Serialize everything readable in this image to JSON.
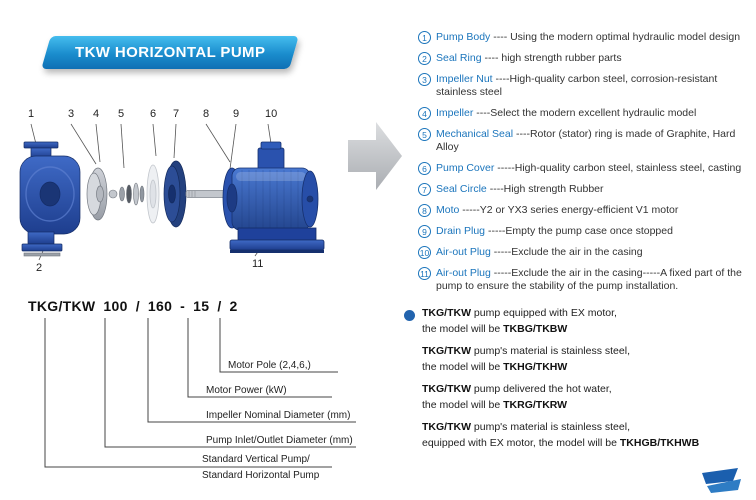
{
  "banner": {
    "title": "TKW HORIZONTAL PUMP"
  },
  "colors": {
    "accent_blue": "#1b75bc",
    "banner_blue": "#1a8ccd",
    "pump_blue": "#2a4fae",
    "arrow_gray": "#c2c5c9"
  },
  "icons": {
    "arrow": "block-arrow-right",
    "bullet": "dot-bullet",
    "logo": "brand-flag"
  },
  "diagram": {
    "callouts": [
      "1",
      "3",
      "4",
      "5",
      "6",
      "7",
      "8",
      "9",
      "10",
      "2",
      "11"
    ]
  },
  "parts_list": {
    "items": [
      {
        "num": "1",
        "name": "Pump Body",
        "desc": " ---- Using the modern optimal hydraulic model design"
      },
      {
        "num": "2",
        "name": "Seal Ring",
        "desc": " ---- high strength rubber parts"
      },
      {
        "num": "3",
        "name": "Impeller Nut",
        "desc": " ----High-quality carbon steel, corrosion-resistant stainless steel"
      },
      {
        "num": "4",
        "name": "Impeller",
        "desc": " ----Select the modern excellent hydraulic model"
      },
      {
        "num": "5",
        "name": "Mechanical Seal",
        "desc": " ----Rotor (stator) ring is made of Graphite, Hard Alloy"
      },
      {
        "num": "6",
        "name": "Pump Cover",
        "desc": " -----High-quality carbon steel, stainless steel, casting"
      },
      {
        "num": "7",
        "name": "Seal Circle",
        "desc": " ----High strength Rubber"
      },
      {
        "num": "8",
        "name": "Moto",
        "desc": " -----Y2 or YX3 series energy-efficient V1 motor"
      },
      {
        "num": "9",
        "name": "Drain Plug",
        "desc": " -----Empty the pump case once stopped"
      },
      {
        "num": "10",
        "name": "Air-out Plug",
        "desc": " -----Exclude the air in the casing"
      },
      {
        "num": "11",
        "name": "Air-out Plug",
        "desc": " -----Exclude the air in the casing-----A fixed part of the pump to ensure the stability of the pump installation."
      }
    ]
  },
  "model_code": {
    "tokens": [
      "TKG/TKW",
      "100",
      "/",
      "160",
      "-",
      "15",
      "/",
      "2"
    ],
    "labels": [
      "Motor Pole (2,4,6,)",
      "Motor Power  (kW)",
      "Impeller Nominal Diameter (mm)",
      "Pump Inlet/Outlet Diameter (mm)",
      "Standard Vertical Pump/",
      "Standard  Horizontal Pump"
    ]
  },
  "notes": [
    {
      "lead": "TKG/TKW",
      "rest": " pump equipped with EX motor,",
      "pre": "the model will be ",
      "model": "TKBG/TKBW"
    },
    {
      "lead": "TKG/TKW",
      "rest": " pump's material is stainless steel,",
      "pre": "the model will be ",
      "model": "TKHG/TKHW"
    },
    {
      "lead": "TKG/TKW",
      "rest": " pump delivered the hot water,",
      "pre": "the model will be ",
      "model": "TKRG/TKRW"
    },
    {
      "lead": "TKG/TKW",
      "rest": " pump's material is stainless steel,",
      "pre": "equipped with EX motor, the model will be ",
      "model": "TKHGB/TKHWB"
    }
  ]
}
